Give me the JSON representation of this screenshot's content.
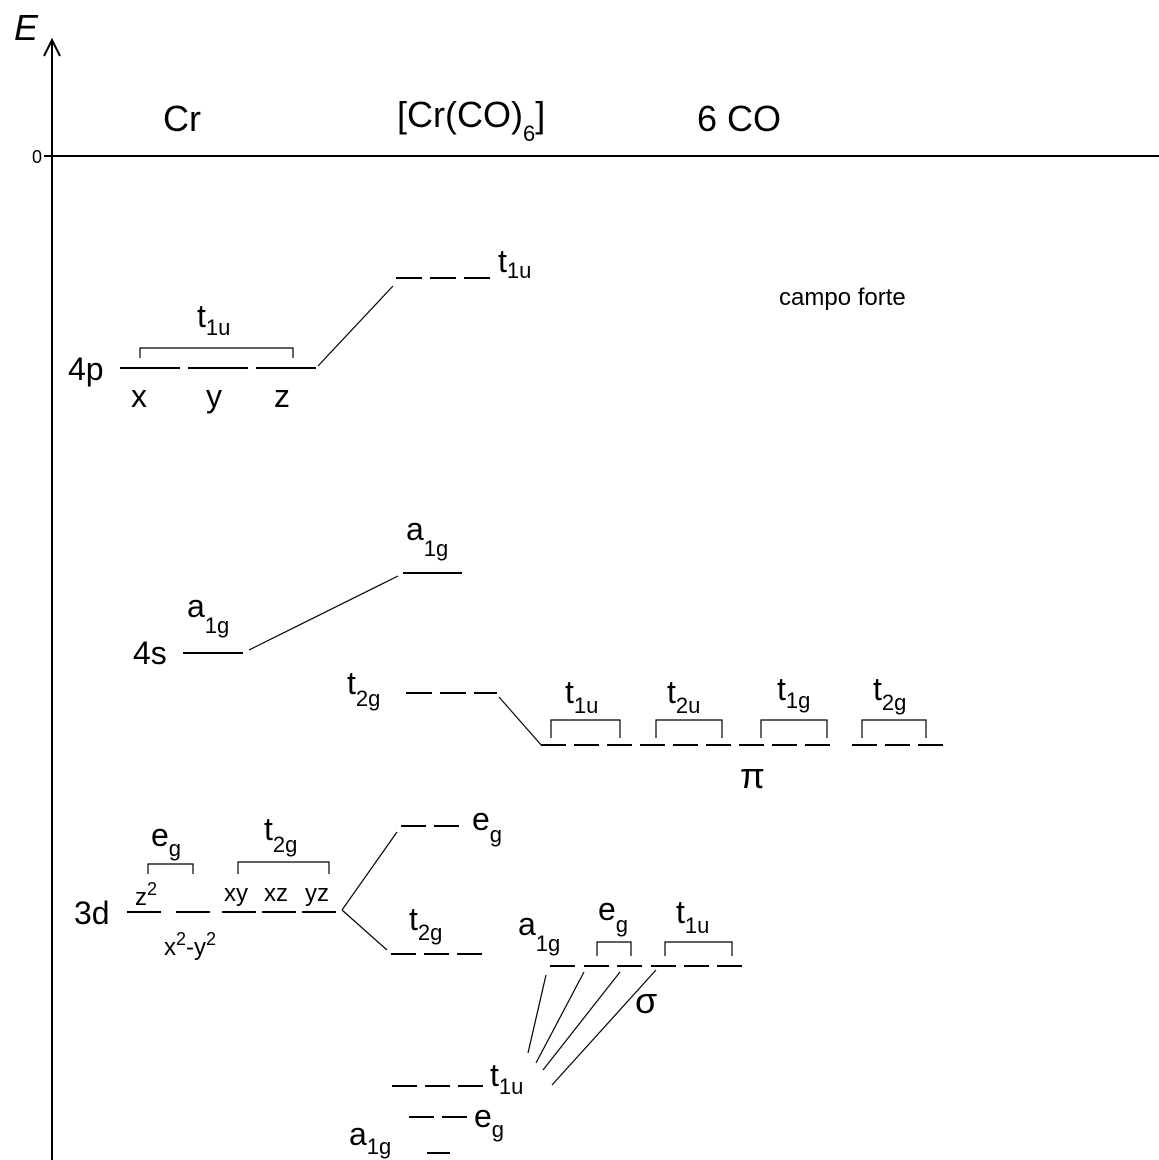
{
  "axis": {
    "energy_label": "E",
    "zero_label": "0"
  },
  "headers": {
    "metal": "Cr",
    "complex_main": "[Cr(CO)",
    "complex_sub": "6",
    "complex_close": "]",
    "ligand": "6 CO"
  },
  "note": "campo forte",
  "metal": {
    "p_label": "4p",
    "p_sym": "t",
    "p_sym_sub": "1u",
    "p_x": "x",
    "p_y": "y",
    "p_z": "z",
    "s_label": "4s",
    "s_sym": "a",
    "s_sym_sub": "1g",
    "d_label": "3d",
    "d_eg": "e",
    "d_eg_sub": "g",
    "d_t2g": "t",
    "d_t2g_sub": "2g",
    "d_z2": "z",
    "d_z2_sup": "2",
    "d_x2y2_a": "x",
    "d_x2y2_sup1": "2",
    "d_x2y2_b": "-y",
    "d_x2y2_sup2": "2",
    "d_xy": "xy",
    "d_xz": "xz",
    "d_yz": "yz"
  },
  "complex": {
    "t1u_top": "t",
    "t1u_top_sub": "1u",
    "a1g_top": "a",
    "a1g_top_sub": "1g",
    "t2g_pi": "t",
    "t2g_pi_sub": "2g",
    "eg_star": "e",
    "eg_star_sub": "g",
    "t2g_nb": "t",
    "t2g_nb_sub": "2g",
    "t1u_bond": "t",
    "t1u_bond_sub": "1u",
    "eg_bond": "e",
    "eg_bond_sub": "g",
    "a1g_bond": "a",
    "a1g_bond_sub": "1g"
  },
  "ligand": {
    "pi_label": "π",
    "pi_t1u": "t",
    "pi_t1u_sub": "1u",
    "pi_t2u": "t",
    "pi_t2u_sub": "2u",
    "pi_t1g": "t",
    "pi_t1g_sub": "1g",
    "pi_t2g": "t",
    "pi_t2g_sub": "2g",
    "sigma_label": "σ",
    "sigma_a1g": "a",
    "sigma_a1g_sub": "1g",
    "sigma_eg": "e",
    "sigma_eg_sub": "g",
    "sigma_t1u": "t",
    "sigma_t1u_sub": "1u"
  }
}
